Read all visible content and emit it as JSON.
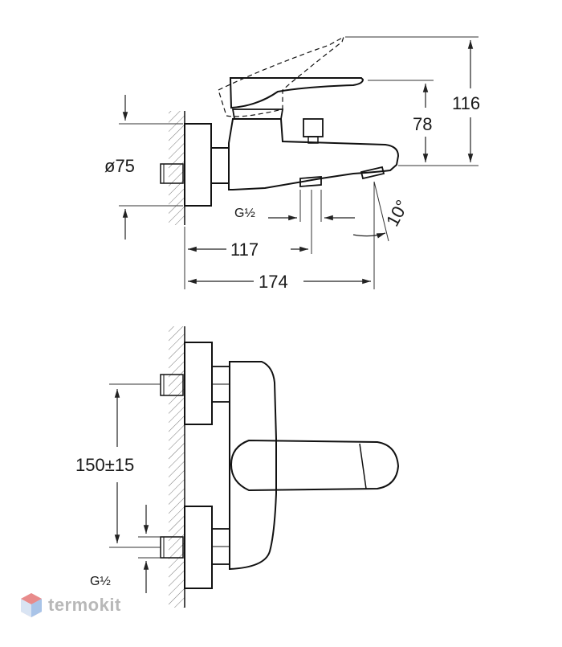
{
  "top_view": {
    "dim_diameter": "ø75",
    "dim_height_total": "116",
    "dim_height_lever": "78",
    "dim_thread": "G½",
    "dim_angle": "10°",
    "dim_depth_outlet": "117",
    "dim_depth_total": "174"
  },
  "front_view": {
    "dim_center_distance": "150±15",
    "dim_thread": "G½"
  },
  "brand": {
    "name": "termokit"
  }
}
